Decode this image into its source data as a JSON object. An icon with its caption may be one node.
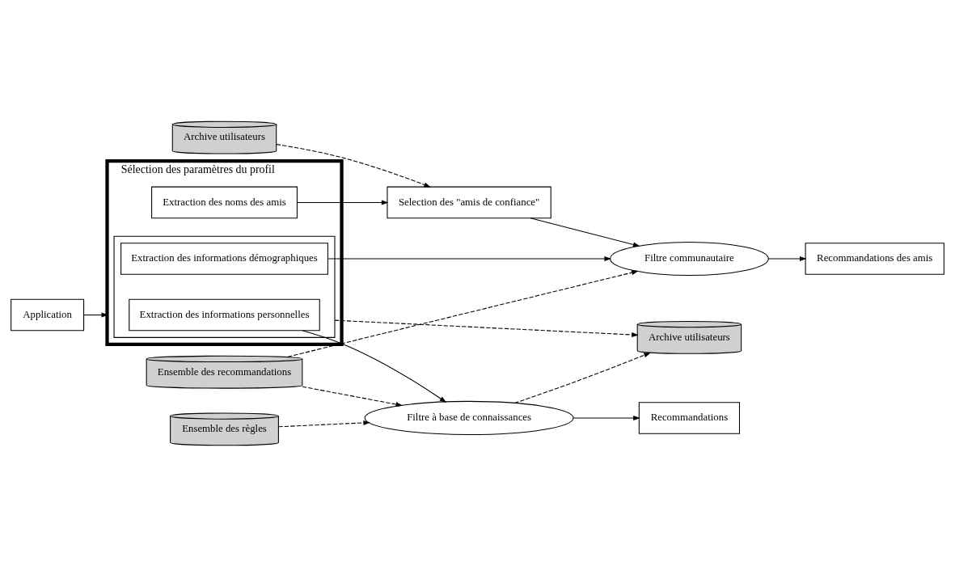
{
  "diagram": {
    "nodes": [
      {
        "text": [
          "Application"
        ]
      },
      {
        "text": [
          "Sélection des paramètres du profil"
        ]
      },
      {
        "text": [],
        "shape": "box",
        "in": 1
      },
      {
        "text": [
          "Extraction des informations personnelles"
        ],
        "in": 2
      },
      {
        "text": [
          "Extraction des informations démographiques"
        ],
        "in": 2
      },
      {
        "text": [
          "Extraction des noms des amis"
        ],
        "in": 1
      },
      {
        "text": [
          "Archive utilisateurs"
        ]
      },
      {
        "text": [
          "Ensemble des règles"
        ]
      },
      {
        "text": [
          "Filtre à base de connaissances"
        ]
      },
      {
        "text": [
          "Recommandations"
        ]
      },
      {
        "text": [
          "Ensemble des recommandations"
        ]
      },
      {
        "text": [
          "Selection des \"amis de confiance\""
        ]
      },
      {
        "text": [
          "Filtre communautaire"
        ]
      },
      {
        "text": [
          "Recommandations des amis"
        ]
      },
      {
        "text": [
          "Archive utilisateurs"
        ]
      }
    ],
    "edges": [
      {
        "from": 0,
        "to": 1,
        "arrow": "to"
      },
      {
        "from": 2,
        "to": 6,
        "arrow": "to",
        "style": "dashed"
      },
      {
        "from": 8,
        "to": 6,
        "arrow": "to",
        "style": "dashed"
      },
      {
        "from": 7,
        "to": 8,
        "arrow": "to",
        "style": "dashed"
      },
      {
        "from": 3,
        "to": 8,
        "arrow": "to"
      },
      {
        "from": 8,
        "to": 9,
        "arrow": "to"
      },
      {
        "from": 10,
        "to": 8,
        "arrow": "to",
        "style": "dashed"
      },
      {
        "from": 4,
        "to": 12,
        "arrow": "to"
      },
      {
        "from": 10,
        "to": 12,
        "arrow": "to",
        "style": "dashed"
      },
      {
        "from": 5,
        "to": 11,
        "arrow": "to"
      },
      {
        "from": 14,
        "to": 11,
        "arrow": "to",
        "style": "dashed"
      },
      {
        "from": 11,
        "to": 12,
        "arrow": "to"
      },
      {
        "from": 12,
        "to": 13,
        "arrow": "to"
      }
    ]
  }
}
